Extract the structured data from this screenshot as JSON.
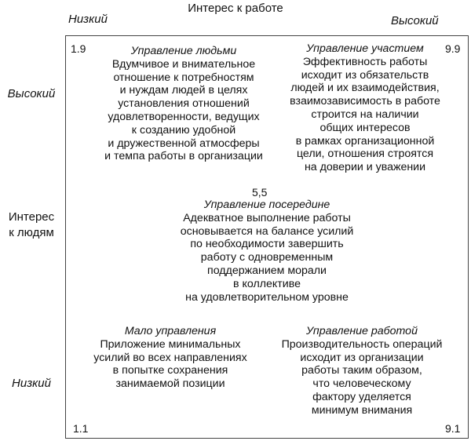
{
  "header": {
    "title": "Интерес к работе",
    "x_low": "Низкий",
    "x_high": "Высокий"
  },
  "side": {
    "high": "Высокий",
    "mid_line1": "Интерес",
    "mid_line2": "к людям",
    "low": "Низкий"
  },
  "corners": {
    "top_left": "1.9",
    "top_right": "9.9",
    "center": "5,5",
    "bottom_left": "1.1",
    "bottom_right": "9.1"
  },
  "blocks": {
    "people": {
      "title": "Управление людьми",
      "body": "Вдумчивое и внимательное\nотношение к потребностям\nи нуждам людей в целях\nустановления отношений\nудовлетворенности, ведущих\nк созданию удобной\nи дружественной атмосферы\nи темпа работы в организации"
    },
    "participation": {
      "title": "Управление участием",
      "body": "Эффективность работы\nисходит из обязательств\nлюдей и их взаимодействия,\nвзаимозависимость в работе\nстроится на наличии\nобщих интересов\nв рамках организационной\nцели, отношения строятся\nна доверии и уважении"
    },
    "middle": {
      "title": "Управление посередине",
      "body": "Адекватное выполнение работы\nосновывается на балансе усилий\nпо необходимости завершить\nработу с одновременным\nподдержанием морали\nв коллективе\nна удовлетворительном уровне"
    },
    "little": {
      "title": "Мало управления",
      "body": "Приложение минимальных\nусилий во всех направлениях\nв попытке сохранения\nзанимаемой позиции"
    },
    "task": {
      "title": "Управление работой",
      "body": "Производительность операций\nисходит из организации\nработы таким образом,\nчто человеческому\nфактору уделяется\nминимум внимания"
    }
  }
}
